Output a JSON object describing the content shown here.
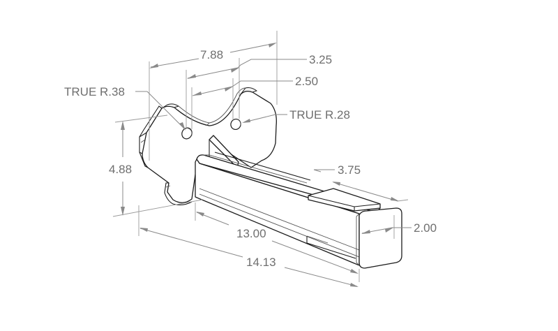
{
  "drawing": {
    "type": "isometric technical drawing",
    "subject": "hitch-mount bracket with square receiver tube",
    "line_color": "#1c1c1c",
    "dimension_color": "#8a8a8a",
    "label_color": "#6f6f6f",
    "background": "#ffffff"
  },
  "dimensions": {
    "overall_width_top": "7.88",
    "hole_spacing_outer": "3.25",
    "hole_spacing_inner": "2.50",
    "large_radius_note": "TRUE R.38",
    "small_radius_note": "TRUE R.28",
    "plate_height": "4.88",
    "tube_length": "13.00",
    "overall_length": "14.13",
    "pad_length": "3.75",
    "tube_width": "2.00"
  }
}
